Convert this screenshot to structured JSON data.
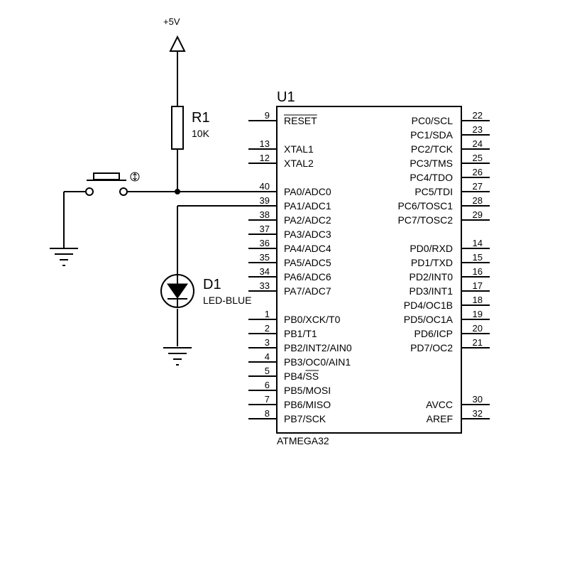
{
  "power": {
    "label": "+5V"
  },
  "resistor": {
    "ref": "R1",
    "value": "10K"
  },
  "led": {
    "ref": "D1",
    "value": "LED-BLUE"
  },
  "chip": {
    "ref": "U1",
    "part": "ATMEGA32",
    "left_pins": [
      {
        "num": "9",
        "name": "RESET",
        "overline": "RESET"
      },
      {
        "num": "13",
        "name": "XTAL1"
      },
      {
        "num": "12",
        "name": "XTAL2"
      },
      {
        "num": "40",
        "name": "PA0/ADC0"
      },
      {
        "num": "39",
        "name": "PA1/ADC1"
      },
      {
        "num": "38",
        "name": "PA2/ADC2"
      },
      {
        "num": "37",
        "name": "PA3/ADC3"
      },
      {
        "num": "36",
        "name": "PA4/ADC4"
      },
      {
        "num": "35",
        "name": "PA5/ADC5"
      },
      {
        "num": "34",
        "name": "PA6/ADC6"
      },
      {
        "num": "33",
        "name": "PA7/ADC7"
      },
      {
        "num": "1",
        "name": "PB0/XCK/T0"
      },
      {
        "num": "2",
        "name": "PB1/T1"
      },
      {
        "num": "3",
        "name": "PB2/INT2/AIN0"
      },
      {
        "num": "4",
        "name": "PB3/OC0/AIN1"
      },
      {
        "num": "5",
        "name": "PB4/SS",
        "overline": "SS"
      },
      {
        "num": "6",
        "name": "PB5/MOSI"
      },
      {
        "num": "7",
        "name": "PB6/MISO"
      },
      {
        "num": "8",
        "name": "PB7/SCK"
      }
    ],
    "right_pins": [
      {
        "num": "22",
        "name": "PC0/SCL"
      },
      {
        "num": "23",
        "name": "PC1/SDA"
      },
      {
        "num": "24",
        "name": "PC2/TCK"
      },
      {
        "num": "25",
        "name": "PC3/TMS"
      },
      {
        "num": "26",
        "name": "PC4/TDO"
      },
      {
        "num": "27",
        "name": "PC5/TDI"
      },
      {
        "num": "28",
        "name": "PC6/TOSC1"
      },
      {
        "num": "29",
        "name": "PC7/TOSC2"
      },
      {
        "num": "14",
        "name": "PD0/RXD"
      },
      {
        "num": "15",
        "name": "PD1/TXD"
      },
      {
        "num": "16",
        "name": "PD2/INT0"
      },
      {
        "num": "17",
        "name": "PD3/INT1"
      },
      {
        "num": "18",
        "name": "PD4/OC1B"
      },
      {
        "num": "19",
        "name": "PD5/OC1A"
      },
      {
        "num": "20",
        "name": "PD6/ICP"
      },
      {
        "num": "21",
        "name": "PD7/OC2"
      },
      {
        "num": "30",
        "name": "AVCC"
      },
      {
        "num": "32",
        "name": "AREF"
      }
    ]
  }
}
